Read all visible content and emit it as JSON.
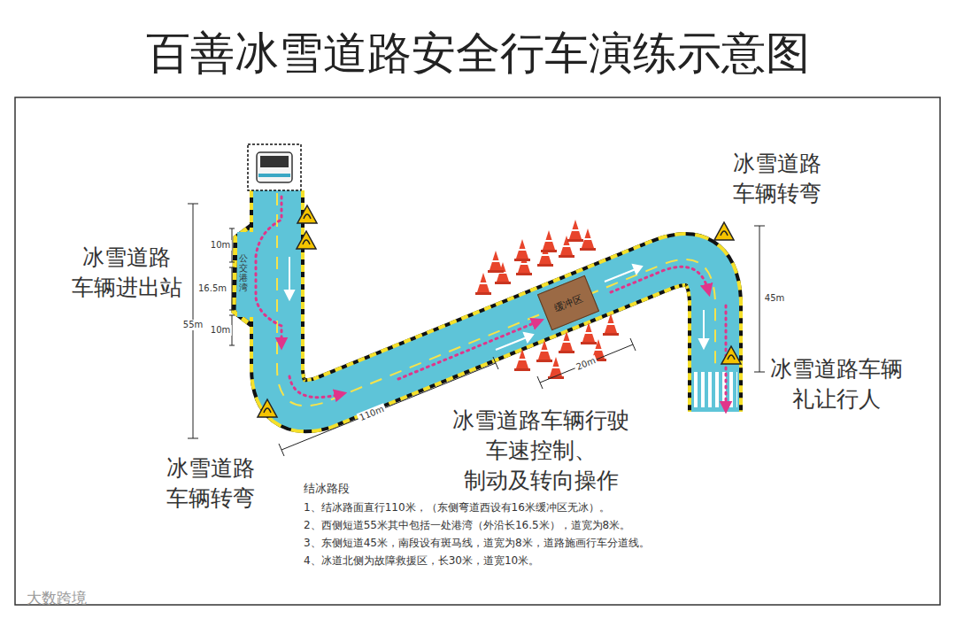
{
  "diagram": {
    "title": "百善冰雪道路安全行车演练示意图",
    "nodes": [
      {
        "text": [
          "缓冲区"
        ]
      }
    ],
    "labels": [
      "冰雪道路 车辆进出站",
      "10m",
      "16.5m",
      "10m",
      "55m",
      "公交港湾",
      "冰雪道路 车辆转弯",
      "110m",
      "冰雪道路车辆行驶 车速控制、制动及转向操作",
      "20m",
      "冰雪道路 车辆转弯",
      "45m",
      "冰雪道路车辆 礼让行人",
      "结冰路段",
      "1、结冰路面直行110米，（东侧弯道西设有16米缓冲区无冰）。",
      "2、西侧短道55米其中包括一处港湾（外沿长16.5米），道宽为8米。",
      "3、东侧短道45米，南段设有斑马线，道宽为8米，道路施画行车分道线。",
      "4、冰道北侧为故障救援区，长30米，道宽10米。",
      "大数跨境"
    ]
  }
}
